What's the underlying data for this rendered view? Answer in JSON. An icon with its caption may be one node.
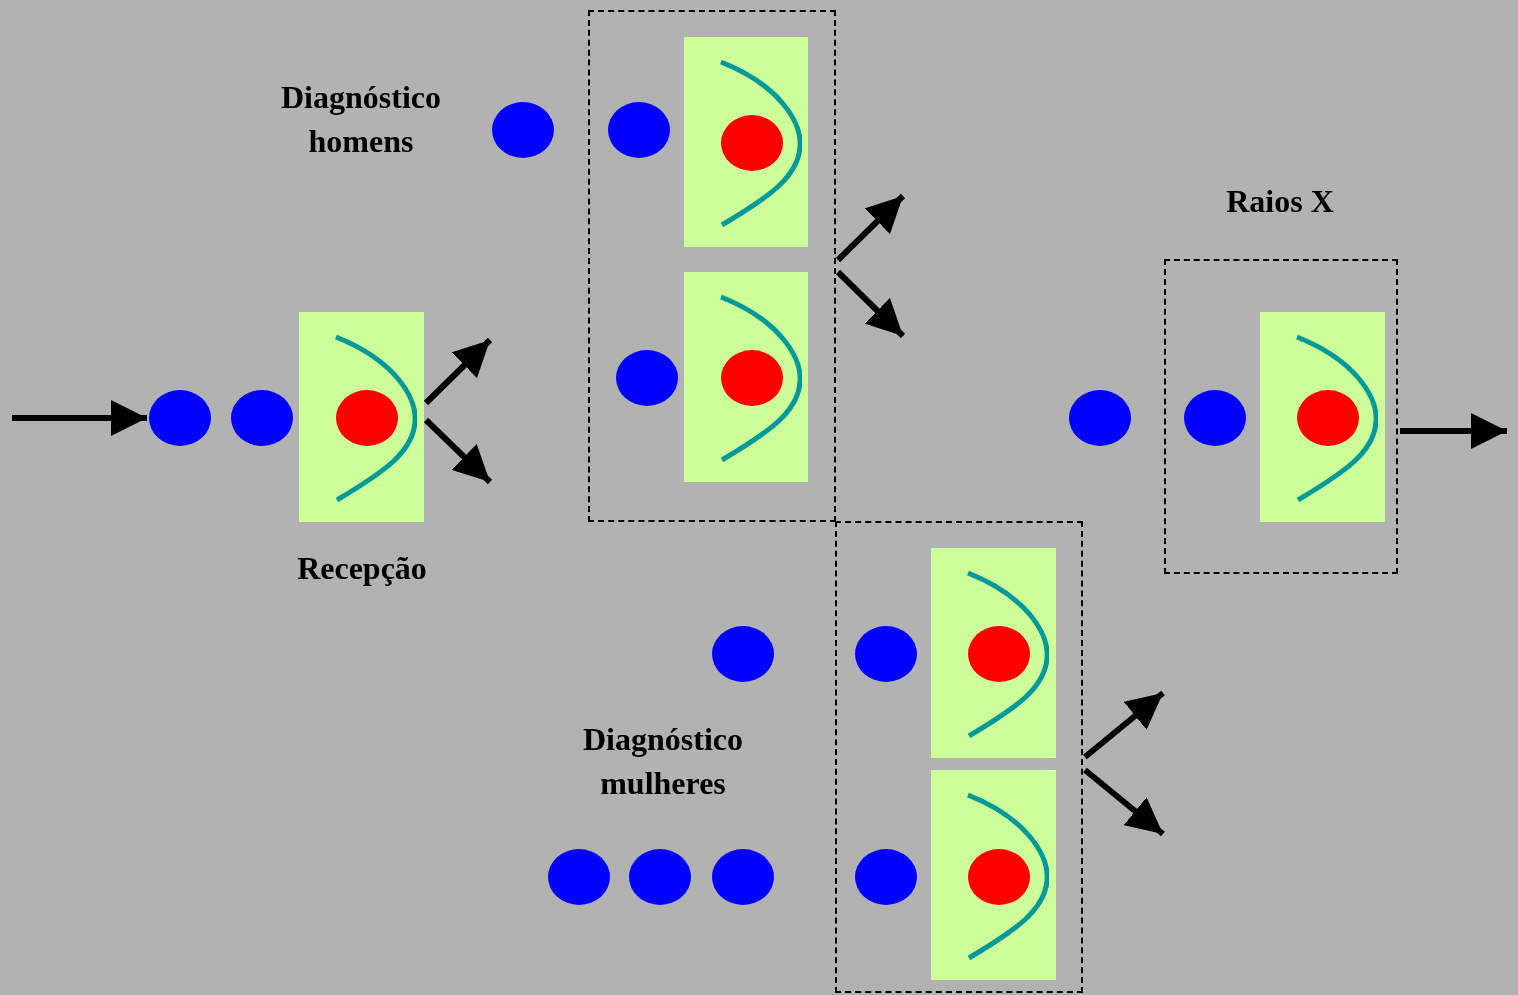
{
  "diagram": {
    "nodes": [
      {
        "text": [],
        "shape": "box"
      },
      {
        "text": [],
        "shape": "circle"
      },
      {
        "text": [],
        "shape": "circle",
        "in": 0
      },
      {
        "text": [],
        "shape": "box",
        "in": 0
      },
      {
        "text": [],
        "shape": "circle",
        "in": 3
      },
      {
        "text": [],
        "shape": "circle",
        "in": 0
      },
      {
        "text": [],
        "shape": "box",
        "in": 0
      },
      {
        "text": [],
        "shape": "circle",
        "in": 6
      },
      {
        "text": [
          "Raios X"
        ]
      },
      {
        "text": [],
        "shape": "circle"
      },
      {
        "text": [],
        "shape": "circle"
      },
      {
        "text": [
          "Recepção"
        ]
      },
      {
        "text": [],
        "shape": "circle",
        "in": 11
      },
      {
        "text": [],
        "shape": "circle"
      },
      {
        "text": [],
        "shape": "circle",
        "in": 8
      },
      {
        "text": [],
        "shape": "box",
        "in": 8
      },
      {
        "text": [],
        "shape": "circle",
        "in": 15
      },
      {
        "text": [
          "Diagnóstico mulheres"
        ]
      },
      {
        "text": [],
        "shape": "circle"
      },
      {
        "text": [],
        "shape": "circle",
        "in": 17
      },
      {
        "text": [],
        "shape": "box",
        "in": 17
      },
      {
        "text": [],
        "shape": "circle",
        "in": 20
      },
      {
        "text": [],
        "shape": "circle"
      },
      {
        "text": [],
        "shape": "circle"
      },
      {
        "text": [],
        "shape": "circle"
      },
      {
        "text": [],
        "shape": "circle",
        "in": 17
      },
      {
        "text": [],
        "shape": "box",
        "in": 17
      },
      {
        "text": [],
        "shape": "circle",
        "in": 26
      }
    ],
    "edges": [
      {
        "from": null,
        "to": 9,
        "arrow": "to"
      },
      {
        "from": 11,
        "to": null,
        "arrow": "to"
      },
      {
        "from": 11,
        "to": null,
        "arrow": "to"
      },
      {
        "from": 0,
        "to": null,
        "arrow": "to"
      },
      {
        "from": 0,
        "to": null,
        "arrow": "to"
      },
      {
        "from": 17,
        "to": null,
        "arrow": "to"
      },
      {
        "from": 17,
        "to": null,
        "arrow": "to"
      },
      {
        "from": 8,
        "to": null,
        "arrow": "to"
      }
    ],
    "labels": [
      "Diagnóstico homens"
    ]
  }
}
